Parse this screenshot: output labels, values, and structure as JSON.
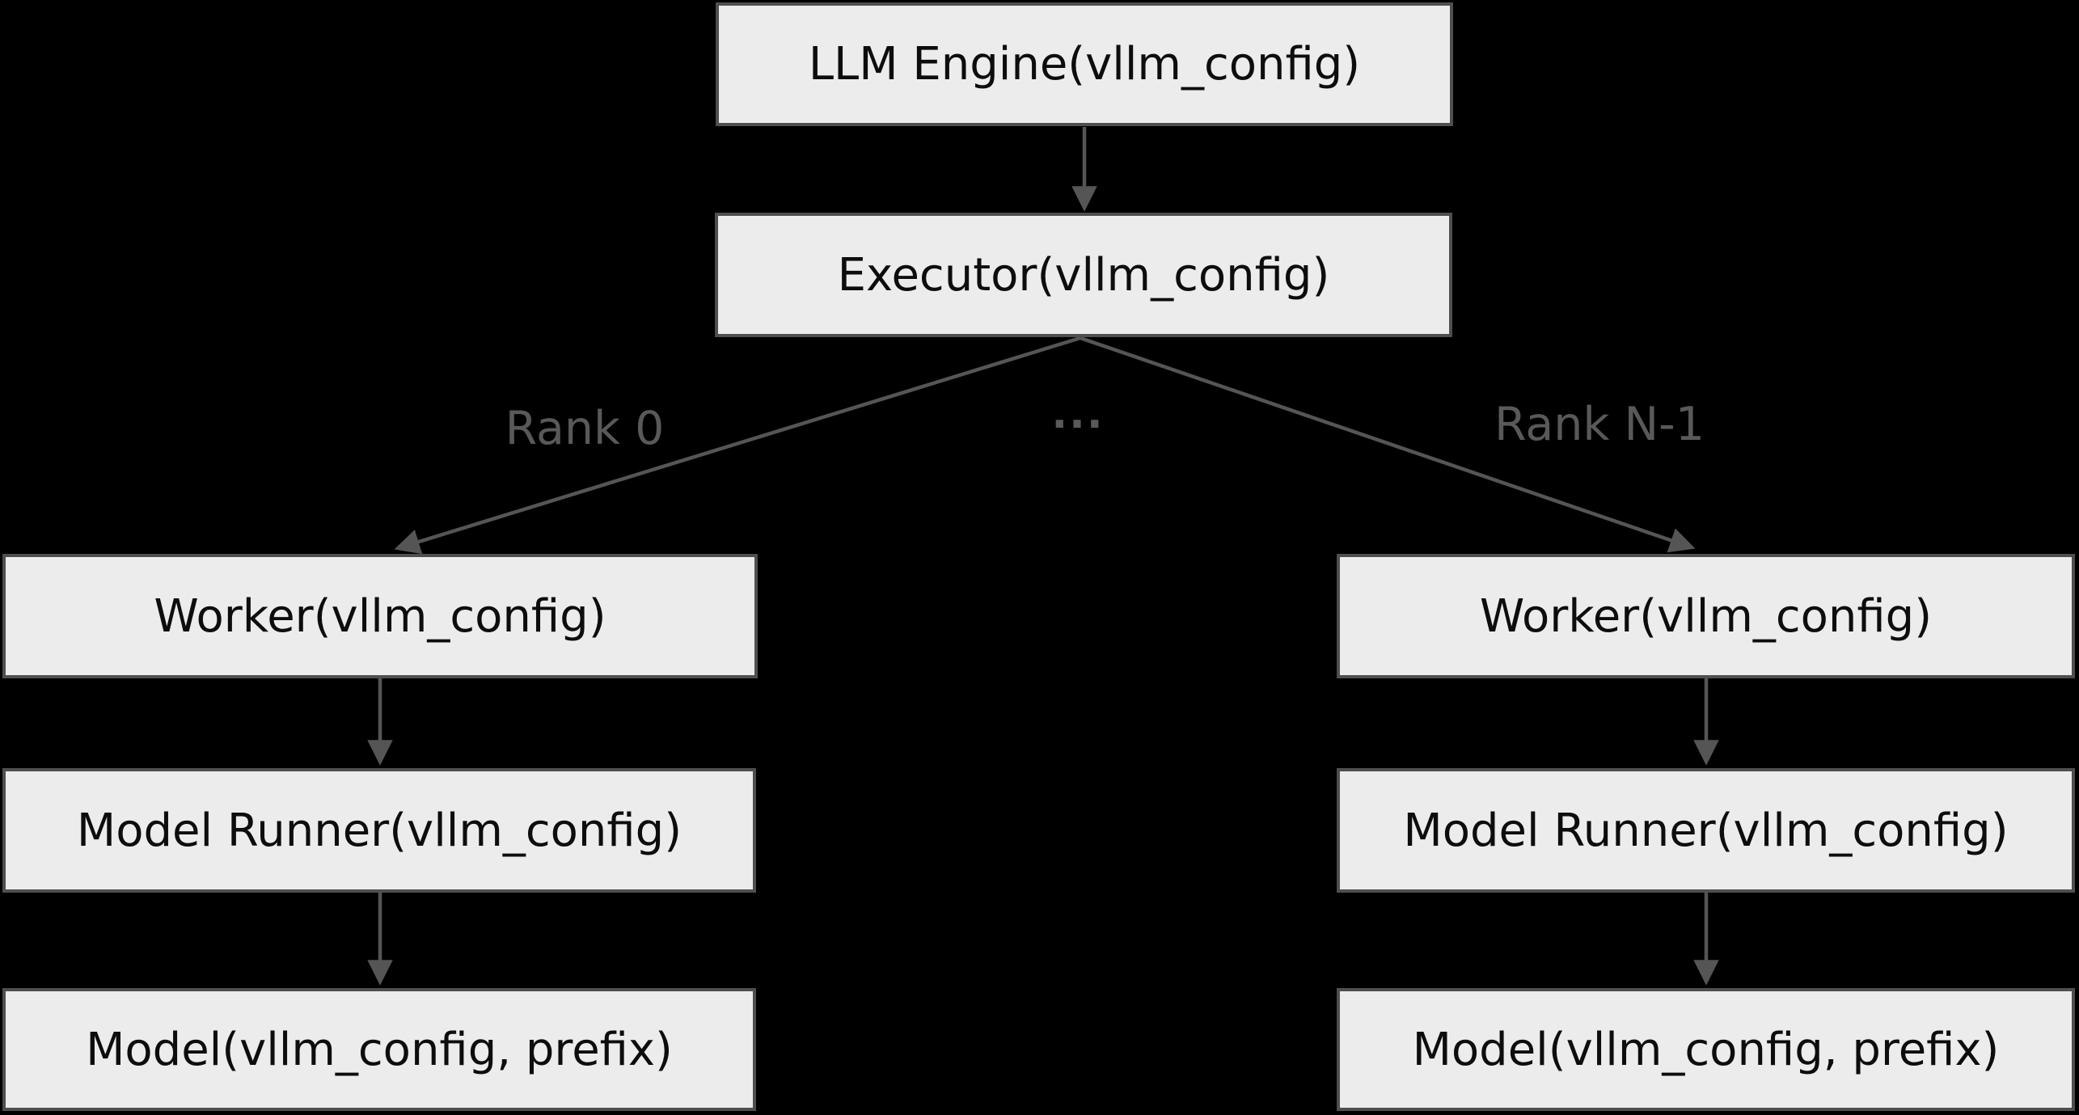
{
  "colors": {
    "background": "#000000",
    "node-fill": "#ececec",
    "node-border": "#4f4f4f",
    "node-text": "#0d0d0d",
    "edge": "#555555",
    "edge-label": "#595959"
  },
  "nodes": {
    "llm_engine": "LLM Engine(vllm_config)",
    "executor": "Executor(vllm_config)",
    "worker_rank0": "Worker(vllm_config)",
    "worker_rankn": "Worker(vllm_config)",
    "model_runner_rank0": "Model Runner(vllm_config)",
    "model_runner_rankn": "Model Runner(vllm_config)",
    "model_rank0": "Model(vllm_config, prefix)",
    "model_rankn": "Model(vllm_config, prefix)"
  },
  "edge_labels": {
    "rank0": "Rank 0",
    "rank_n": "Rank N-1",
    "ellipsis": "..."
  }
}
